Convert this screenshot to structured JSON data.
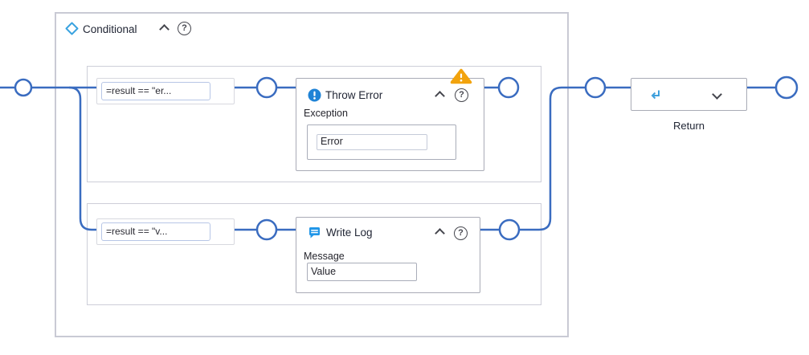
{
  "conditional": {
    "title": "Conditional",
    "branches": [
      {
        "condition": "=result == \"er...",
        "activity": {
          "title": "Throw Error",
          "field_label": "Exception",
          "field_value": "Error",
          "has_warning": true
        }
      },
      {
        "condition": "=result == \"v...",
        "activity": {
          "title": "Write Log",
          "field_label": "Message",
          "field_value": "Value"
        }
      }
    ]
  },
  "return_activity": {
    "label": "Return"
  },
  "icons": {
    "help_glyph": "?",
    "conditional": "diamond-outline",
    "throw_error": "exclamation-circle",
    "write_log": "speech-bubble",
    "warning": "warning-triangle",
    "return": "return-arrow",
    "collapse": "chevron-up",
    "expand": "chevron-down"
  },
  "colors": {
    "connector_blue": "#3A6CC0",
    "icon_blue": "#2196E8",
    "icon_light_blue": "#3BA3E0",
    "warning_amber": "#F2A30D",
    "container_border": "#C9CAD4",
    "box_border": "#A9ABB6",
    "text_dark": "#23242E"
  }
}
